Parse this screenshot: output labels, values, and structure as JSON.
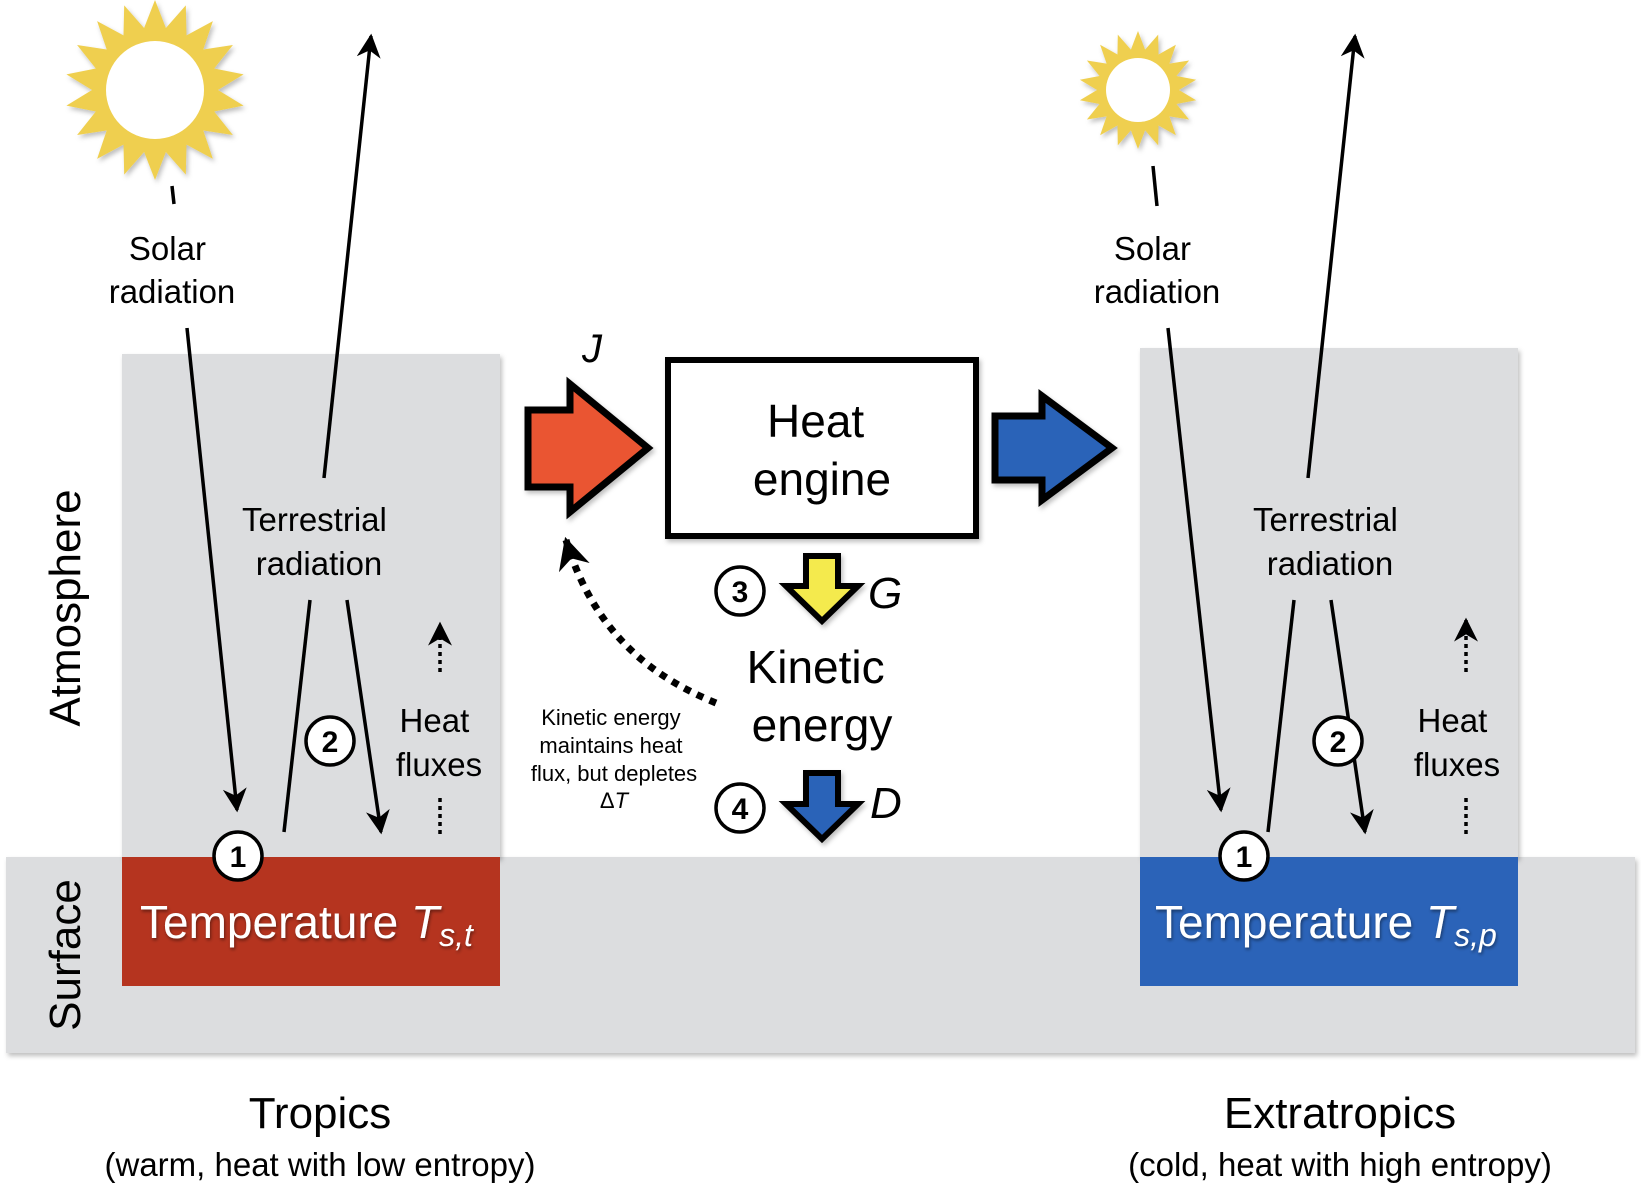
{
  "colors": {
    "background": "#ffffff",
    "panel_gray": "#dcdddf",
    "tropics_surface": "#b5341f",
    "extratropics_surface": "#2b63b8",
    "sun": "#efcf4f",
    "arrow_in": "#ea5530",
    "arrow_out": "#2b63b8",
    "arrow_generation": "#f4ea4d",
    "arrow_dissipation": "#2b63b8",
    "line": "#000000"
  },
  "vertical_labels": {
    "atmosphere": "Atmosphere",
    "surface": "Surface"
  },
  "tropics": {
    "solar_label": [
      "Solar",
      "radiation"
    ],
    "terrestrial_label": [
      "Terrestrial",
      "radiation"
    ],
    "heat_fluxes_label": [
      "Heat",
      "fluxes"
    ],
    "surface_label": "Temperature ",
    "surface_symbol": "T",
    "surface_subscript": "s,t",
    "marker_1": "1",
    "marker_2": "2",
    "region_title": "Tropics",
    "region_subtitle": "(warm, heat with low entropy)"
  },
  "extratropics": {
    "solar_label": [
      "Solar",
      "radiation"
    ],
    "terrestrial_label": [
      "Terrestrial",
      "radiation"
    ],
    "heat_fluxes_label": [
      "Heat",
      "fluxes"
    ],
    "surface_label": "Temperature ",
    "surface_symbol": "T",
    "surface_subscript": "s,p",
    "marker_1": "1",
    "marker_2": "2",
    "region_title": "Extratropics",
    "region_subtitle": "(cold, heat with high entropy)"
  },
  "engine": {
    "heat_flux_symbol": "J",
    "box_label": [
      "Heat",
      "engine"
    ],
    "generation_marker": "3",
    "generation_symbol": "G",
    "kinetic_label": [
      "Kinetic",
      "energy"
    ],
    "dissipation_marker": "4",
    "dissipation_symbol": "D",
    "feedback_note": [
      "Kinetic energy",
      "maintains heat",
      "flux, but depletes"
    ],
    "feedback_delta": "Δ",
    "feedback_delta_symbol": "T"
  }
}
